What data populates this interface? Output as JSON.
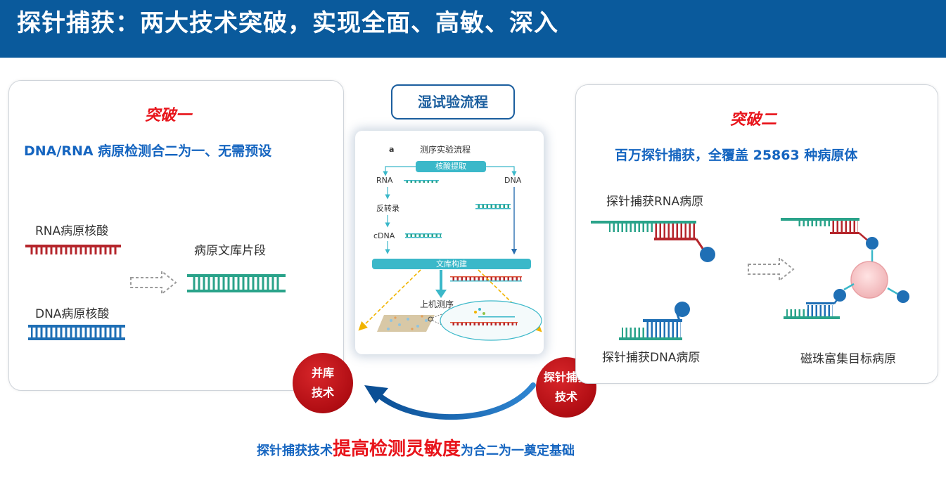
{
  "header": {
    "title": "探针捕获：两大技术突破，实现全面、高敏、深入"
  },
  "left": {
    "breakthrough": "突破一",
    "subtitle": "DNA/RNA 病原检测合二为一、无需预设",
    "rna_label": "RNA病原核酸",
    "dna_label": "DNA病原核酸",
    "library_label": "病原文库片段"
  },
  "center": {
    "title": "湿试验流程",
    "panel_letter": "a",
    "panel_title": "测序实验流程",
    "extraction": "核酸提取",
    "rna": "RNA",
    "dna": "DNA",
    "reverse_transcription": "反转录",
    "cdna": "cDNA",
    "library_build": "文库构建",
    "sequencing": "上机测序"
  },
  "right": {
    "breakthrough": "突破二",
    "subtitle": "百万探针捕获，全覆盖 25863 种病原体",
    "rna_capture": "探针捕获RNA病原",
    "dna_capture": "探针捕获DNA病原",
    "bead_enrich": "磁珠富集目标病原"
  },
  "circles": {
    "pooling_line1": "并库",
    "pooling_line2": "技术",
    "probe_line1": "探针捕获",
    "probe_line2": "技术"
  },
  "bottom": {
    "part1": "探针捕获技术",
    "highlight": "提高检测灵敏度",
    "part2": "为合二为一奠定基础"
  },
  "colors": {
    "header": "#0a5a9c",
    "accent_red": "#e8141b",
    "accent_blue": "#1565c0",
    "rna_strand": "#b5262c",
    "dna_strand": "#1f6fb5",
    "library_strand": "#2aa38a",
    "bar_teal": "#3bb8c9"
  }
}
